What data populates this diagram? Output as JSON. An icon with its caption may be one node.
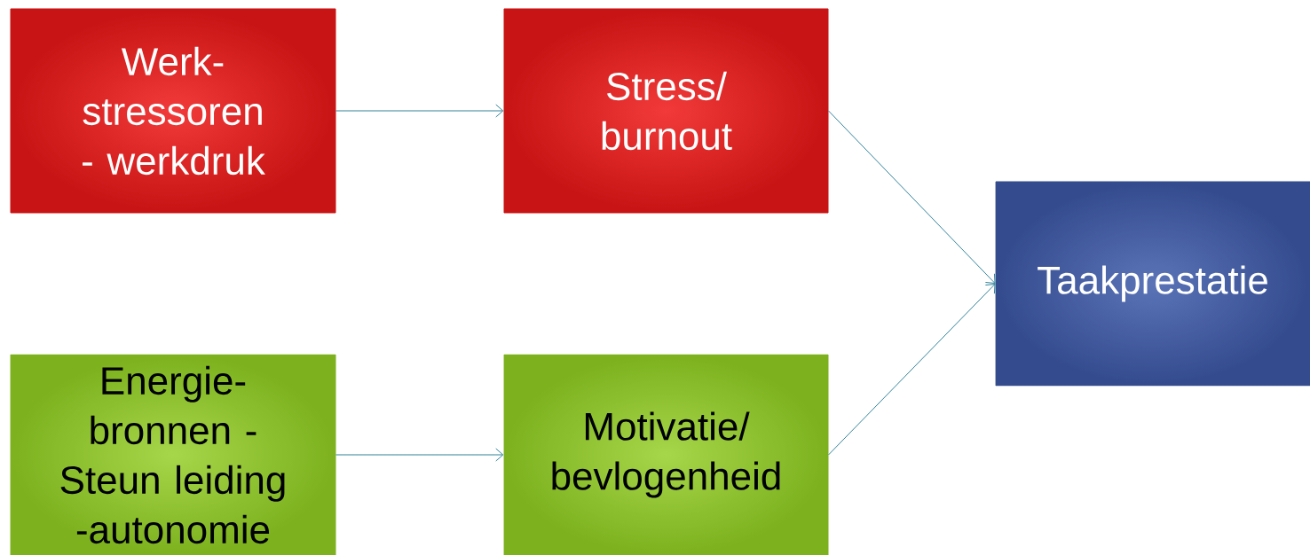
{
  "diagram": {
    "nodes": [
      {
        "text": [
          "Werk- stressoren - werkdruk"
        ]
      },
      {
        "text": [
          "Stress/ burnout"
        ]
      },
      {
        "text": [
          "Energie- bronnen -Steun leiding -autonomie"
        ]
      },
      {
        "text": [
          "Motivatie/ bevlogenheid"
        ]
      },
      {
        "text": [
          "Taakprestatie"
        ]
      }
    ],
    "edges": [
      {
        "from": 0,
        "to": 1,
        "arrow": "to"
      },
      {
        "from": 2,
        "to": 3,
        "arrow": "to"
      },
      {
        "from": 1,
        "to": 4,
        "arrow": "to"
      },
      {
        "from": 3,
        "to": 4,
        "arrow": "to"
      }
    ]
  }
}
